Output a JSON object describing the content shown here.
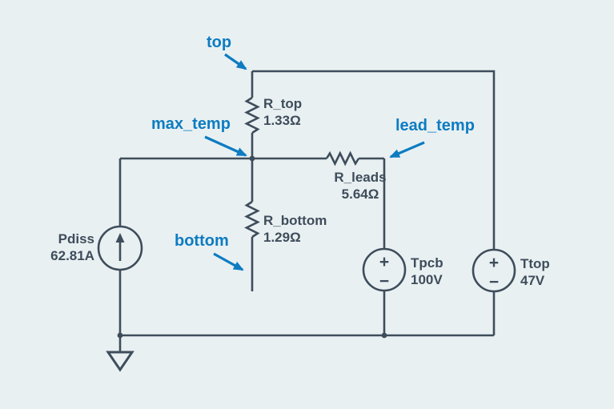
{
  "diagram": {
    "type": "circuit-schematic",
    "colors": {
      "background": "#e9f0f2",
      "wire": "#3e4d5b",
      "annotation_blue": "#0d7cc1"
    },
    "annotations": {
      "top": "top",
      "max_temp": "max_temp",
      "lead_temp": "lead_temp",
      "bottom": "bottom"
    },
    "components": {
      "pdiss": {
        "type": "current-source",
        "name": "Pdiss",
        "value": "62.81A"
      },
      "r_top": {
        "type": "resistor",
        "name": "R_top",
        "value": "1.33Ω"
      },
      "r_bottom": {
        "type": "resistor",
        "name": "R_bottom",
        "value": "1.29Ω"
      },
      "r_leads": {
        "type": "resistor",
        "name": "R_leads",
        "value": "5.64Ω"
      },
      "tpcb": {
        "type": "voltage-source",
        "name": "Tpcb",
        "value": "100V"
      },
      "ttop": {
        "type": "voltage-source",
        "name": "Ttop",
        "value": "47V"
      }
    },
    "symbols": {
      "plus": "+",
      "minus": "−"
    }
  }
}
